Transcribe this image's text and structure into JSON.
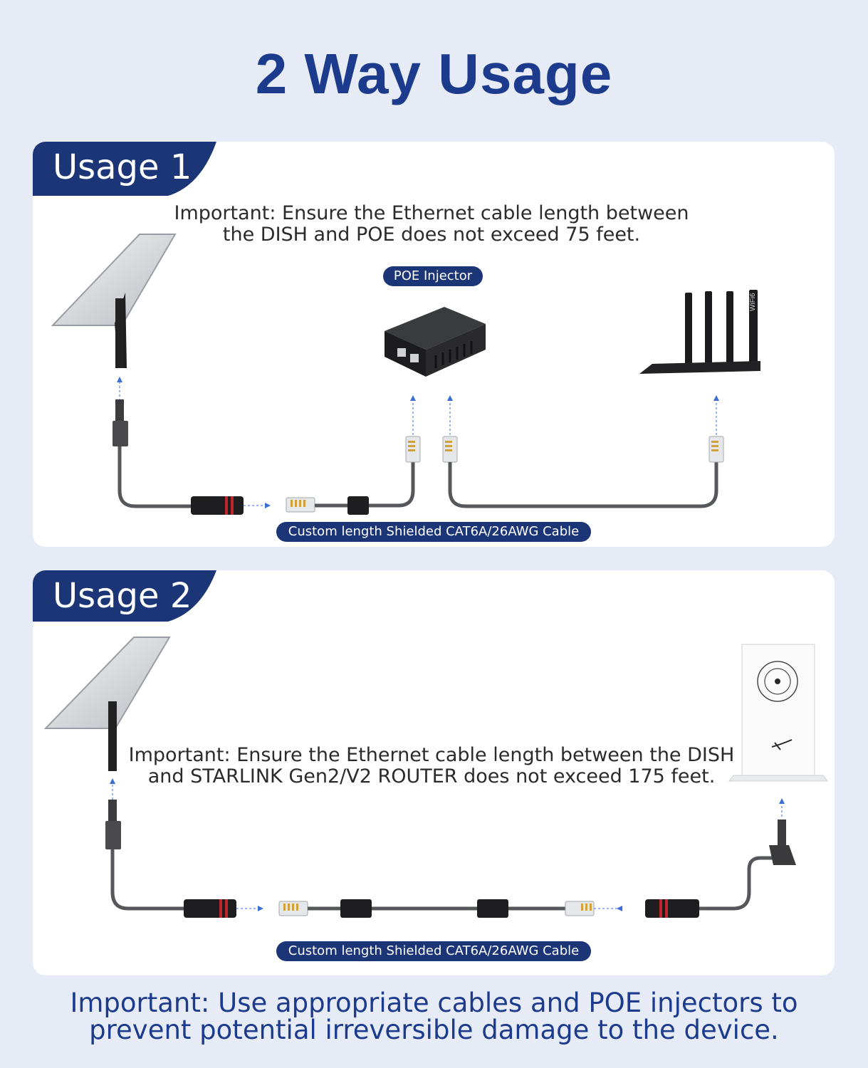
{
  "title": "2 Way Usage",
  "usage1": {
    "tab": "Usage 1",
    "note_line1": "Important: Ensure the Ethernet cable length between",
    "note_line2": "the DISH and POE does not exceed 75 feet.",
    "poe_label": "POE Injector",
    "cable_label": "Custom length Shielded CAT6A/26AWG Cable"
  },
  "usage2": {
    "tab": "Usage 2",
    "note_line1": "Important: Ensure the Ethernet cable length between the DISH",
    "note_line2": "and STARLINK Gen2/V2 ROUTER does not exceed 175 feet.",
    "cable_label": "Custom length Shielded CAT6A/26AWG Cable"
  },
  "router_mark": "WiFi6",
  "footer": {
    "line1": "Important: Use appropriate cables and POE injectors to",
    "line2": "prevent potential irreversible damage to the device."
  },
  "colors": {
    "navy": "#1c3b8c",
    "pill": "#1b3576",
    "background": "#e6ebf5",
    "arrow": "#3b6fd6",
    "connector_accent": "#c0262b"
  }
}
